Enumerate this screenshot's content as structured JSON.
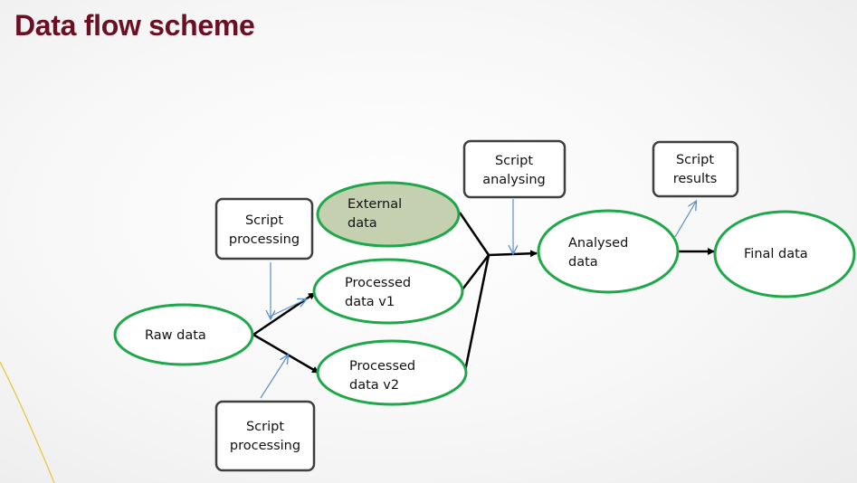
{
  "title": "Data flow scheme",
  "colors": {
    "title": "#6b0f24",
    "ellipse_border": "#1fa84a",
    "external_fill": "#c4d0b0",
    "box_border": "#3f3f3f",
    "thin_arrow": "#5b8fc9",
    "thick_arrow": "#000000",
    "corner_line": "#e8c840"
  },
  "nodes": {
    "raw_data": [
      "Raw data"
    ],
    "external_data": [
      "External",
      "data"
    ],
    "processed_v1": [
      "Processed",
      "data v1"
    ],
    "processed_v2": [
      "Processed",
      "data v2"
    ],
    "analysed_data": [
      "Analysed",
      "data"
    ],
    "final_data": [
      "Final data"
    ]
  },
  "boxes": {
    "script_processing_top": [
      "Script",
      "processing"
    ],
    "script_processing_bottom": [
      "Script",
      "processing"
    ],
    "script_analysing": [
      "Script",
      "analysing"
    ],
    "script_results": [
      "Script",
      "results"
    ]
  }
}
